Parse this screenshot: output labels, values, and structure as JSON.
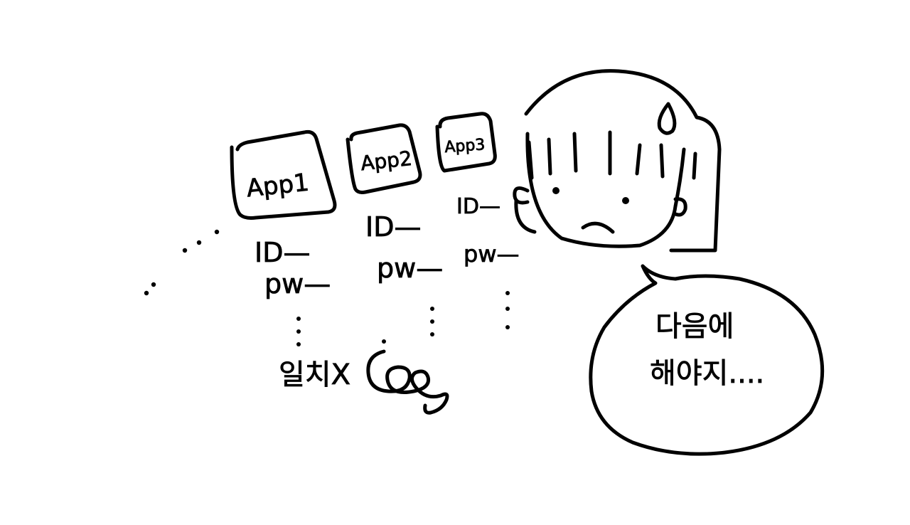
{
  "apps": [
    {
      "label": "App1",
      "id_label": "ID—",
      "pw_label": "pw—"
    },
    {
      "label": "App2",
      "id_label": "ID—",
      "pw_label": "pw—"
    },
    {
      "label": "App3",
      "id_label": "ID—",
      "pw_label": "pw—"
    }
  ],
  "mismatch_label": "일치X",
  "speech_bubble": {
    "line1": "다음에",
    "line2": "해야지...."
  },
  "colors": {
    "ink": "#000000",
    "paper": "#ffffff"
  }
}
